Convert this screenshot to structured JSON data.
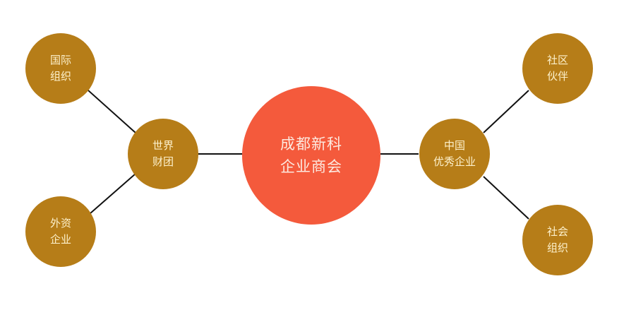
{
  "colors": {
    "center_fill": "#f45a3c",
    "node_fill": "#b67d18",
    "node_text": "#fdf1cc",
    "link": "#111111",
    "background": "#ffffff"
  },
  "center": {
    "line1": "成都新科",
    "line2": "企业商会"
  },
  "nodes": {
    "world_group": {
      "line1": "世界",
      "line2": "财团"
    },
    "intl_org": {
      "line1": "国际",
      "line2": "组织"
    },
    "foreign_ent": {
      "line1": "外资",
      "line2": "企业"
    },
    "china_ent": {
      "line1": "中国",
      "line2": "优秀企业"
    },
    "community": {
      "line1": "社区",
      "line2": "伙伴"
    },
    "social_org": {
      "line1": "社会",
      "line2": "组织"
    }
  }
}
